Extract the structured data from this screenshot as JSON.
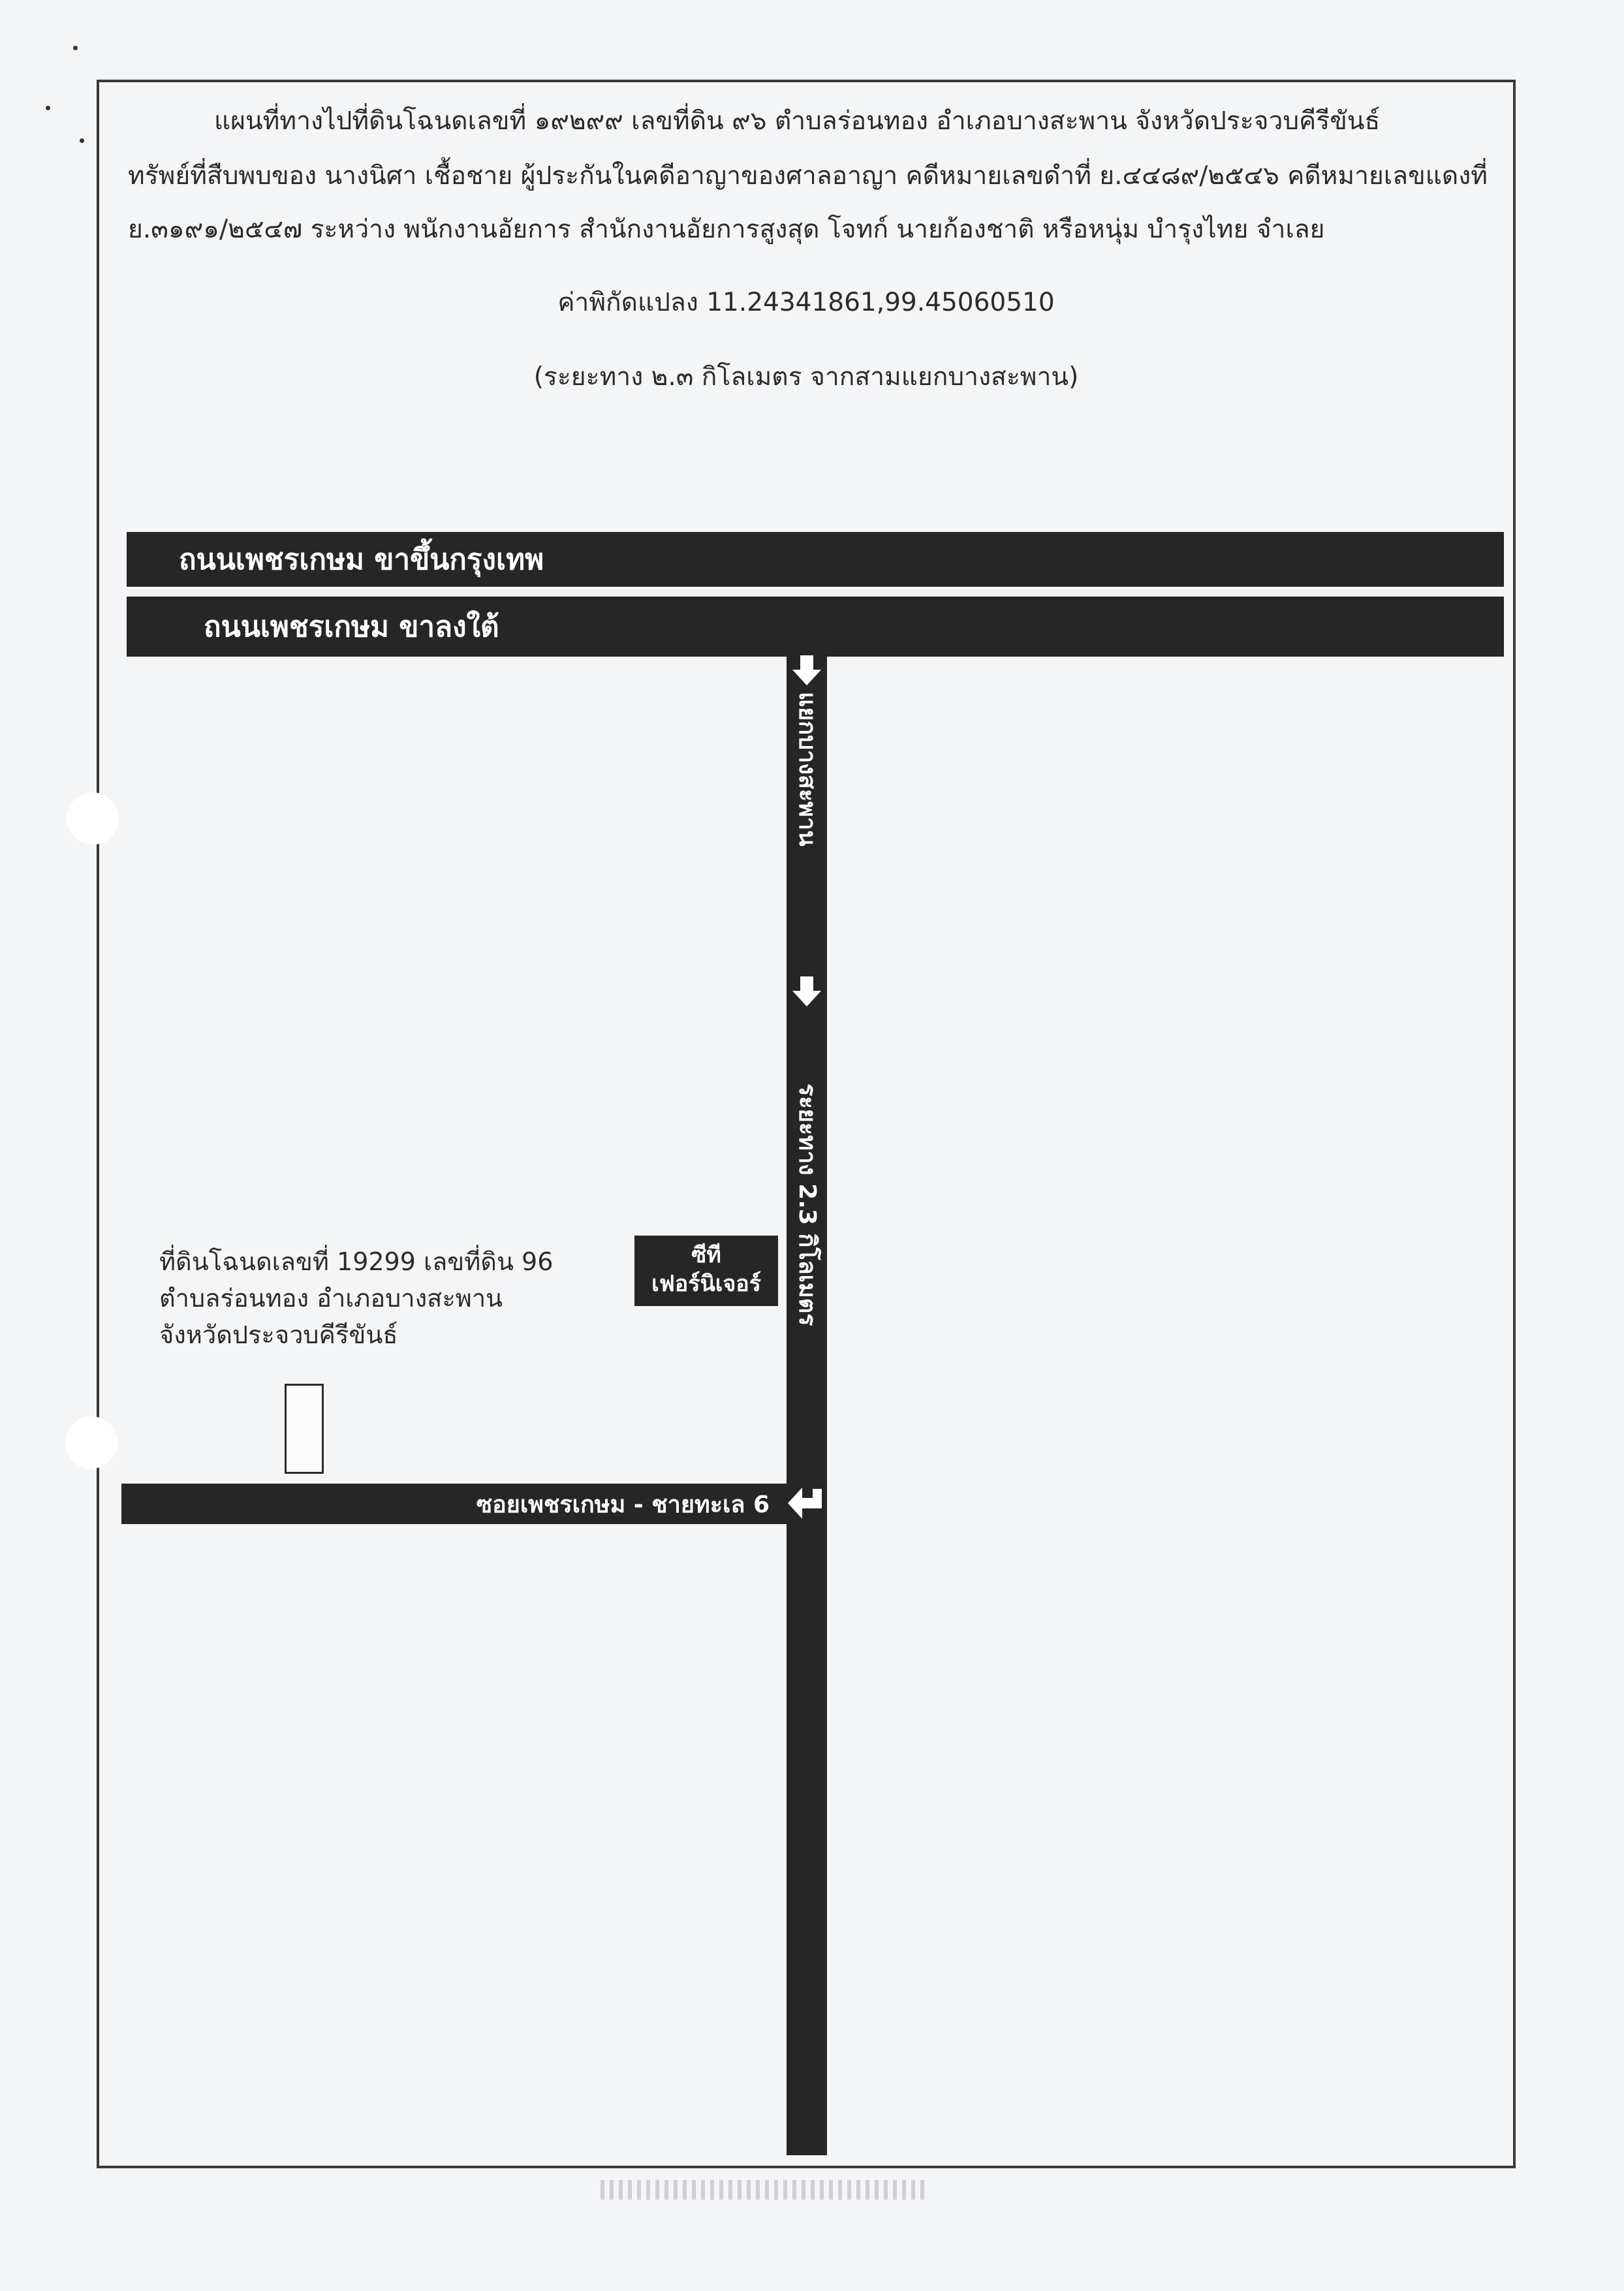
{
  "header": {
    "line1": "แผนที่ทางไปที่ดินโฉนดเลขที่ ๑๙๒๙๙ เลขที่ดิน ๙๖ ตำบลร่อนทอง อำเภอบางสะพาน จังหวัดประจวบคีรีขันธ์",
    "line2": "ทรัพย์ที่สืบพบของ นางนิศา เชื้อชาย ผู้ประกันในคดีอาญาของศาลอาญา คดีหมายเลขดำที่ ย.๔๔๘๙/๒๕๔๖ คดีหมายเลขแดงที่",
    "line3": "ย.๓๑๙๑/๒๕๔๗ ระหว่าง พนักงานอัยการ สำนักงานอัยการสูงสุด โจทก์ นายก้องชาติ หรือหนุ่ม บำรุงไทย จำเลย",
    "coordinates": "ค่าพิกัดแปลง 11.24341861,99.45060510",
    "distance_note": "(ระยะทาง ๒.๓ กิโลเมตร จากสามแยกบางสะพาน)"
  },
  "map": {
    "road_north": "ถนนเพชรเกษม ขาขึ้นกรุงเทพ",
    "road_south": "ถนนเพชรเกษม ขาลงใต้",
    "junction_label": "แยกบางสะพาน",
    "distance_label": "ระยะทาง 2.3 กิโลเมตร",
    "shop_line1": "ซีที",
    "shop_line2": "เฟอร์นิเจอร์",
    "side_road": "ซอยเพชรเกษม - ชายทะเล 6",
    "plot_line1": "ที่ดินโฉนดเลขที่ 19299 เลขที่ดิน 96",
    "plot_line2": "ตำบลร่อนทอง อำเภอบางสะพาน",
    "plot_line3": "จังหวัดประจวบคีรีขันธ์",
    "road_color": "#262626",
    "label_color": "#ffffff",
    "icons": [
      "down-arrow-icon",
      "down-arrow-icon",
      "turn-left-arrow-icon"
    ]
  }
}
